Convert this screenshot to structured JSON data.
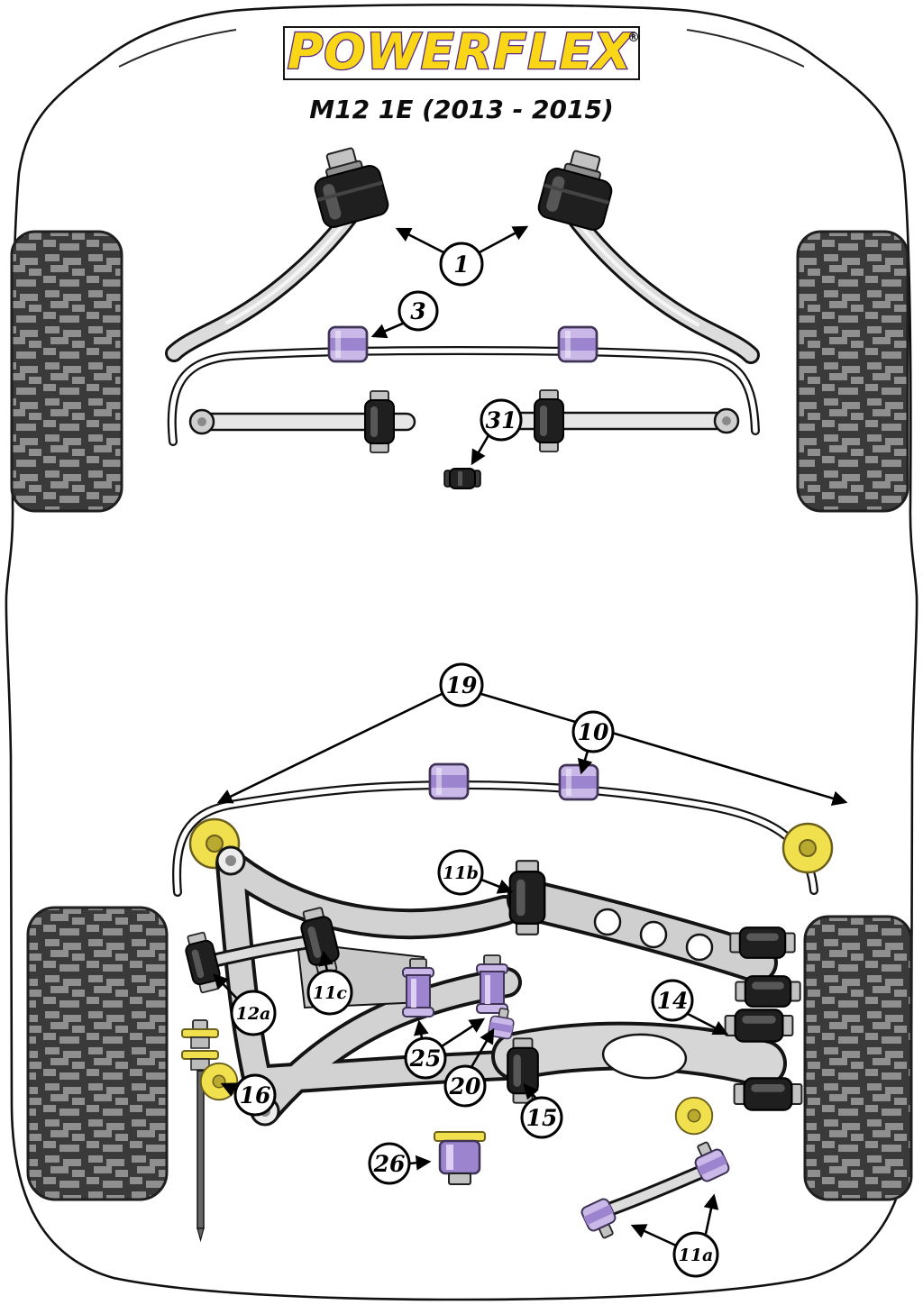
{
  "diagram": {
    "brand": "POWERFLEX",
    "registered_mark": "®",
    "model_title": "M12 1E (2013 - 2015)"
  },
  "colors": {
    "logo_yellow": "#f9d616",
    "logo_purple": "#5a2d82",
    "bush_purple_light": "#c9b8e8",
    "bush_purple_mid": "#9d84ce",
    "bush_purple_outline": "#3f3356",
    "bush_yellow": "#f1e04d",
    "bush_yellow_outline": "#6b5f1e",
    "bush_black": "#1f1f1f",
    "metal_light": "#e6e6e6",
    "metal_mid": "#c2c2c2",
    "tire_base": "#3a3a3a",
    "tire_tread": "#8f8f8f",
    "outline_black": "#111111",
    "background": "#ffffff"
  },
  "callouts": [
    {
      "label": "1"
    },
    {
      "label": "3"
    },
    {
      "label": "31"
    },
    {
      "label": "19"
    },
    {
      "label": "10"
    },
    {
      "label": "11b"
    },
    {
      "label": "11c"
    },
    {
      "label": "12a"
    },
    {
      "label": "25"
    },
    {
      "label": "14"
    },
    {
      "label": "16"
    },
    {
      "label": "20"
    },
    {
      "label": "15"
    },
    {
      "label": "26"
    },
    {
      "label": "11a"
    }
  ]
}
